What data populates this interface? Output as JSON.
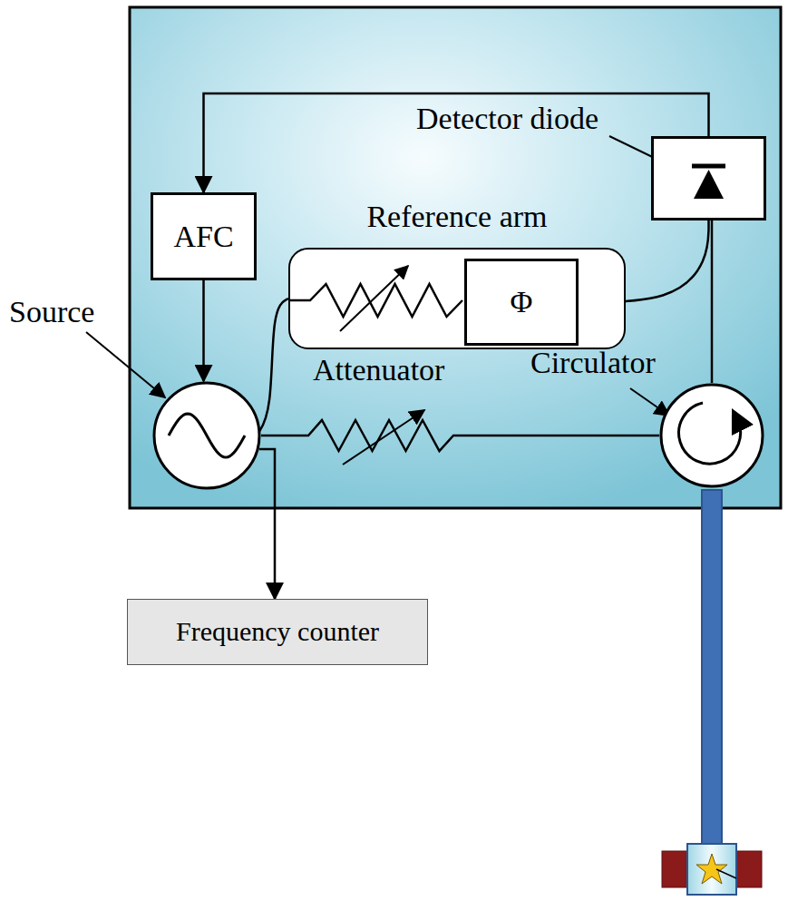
{
  "diagram": {
    "nodes": [
      {
        "text": [
          "Detector diode"
        ]
      },
      {
        "text": [
          "AFC"
        ]
      },
      {
        "text": [
          "Reference arm"
        ]
      },
      {
        "text": [
          "Φ"
        ],
        "in": 2
      },
      {
        "text": [
          "Source"
        ]
      },
      {
        "text": [
          "Circulator"
        ]
      },
      {
        "text": [
          "Frequency counter"
        ]
      }
    ],
    "edges": [
      {
        "from": 0,
        "to": 1,
        "arrow": "to"
      },
      {
        "from": 1,
        "to": 4,
        "arrow": "to"
      },
      {
        "from": 4,
        "to": 2,
        "arrow": "none"
      },
      {
        "from": 3,
        "to": 0,
        "arrow": "none"
      },
      {
        "from": 4,
        "to": 5,
        "arrow": "none"
      },
      {
        "from": 5,
        "to": 0,
        "arrow": "none"
      },
      {
        "from": 4,
        "to": 6,
        "arrow": "to"
      }
    ],
    "labels": [
      "Attenuator"
    ]
  }
}
